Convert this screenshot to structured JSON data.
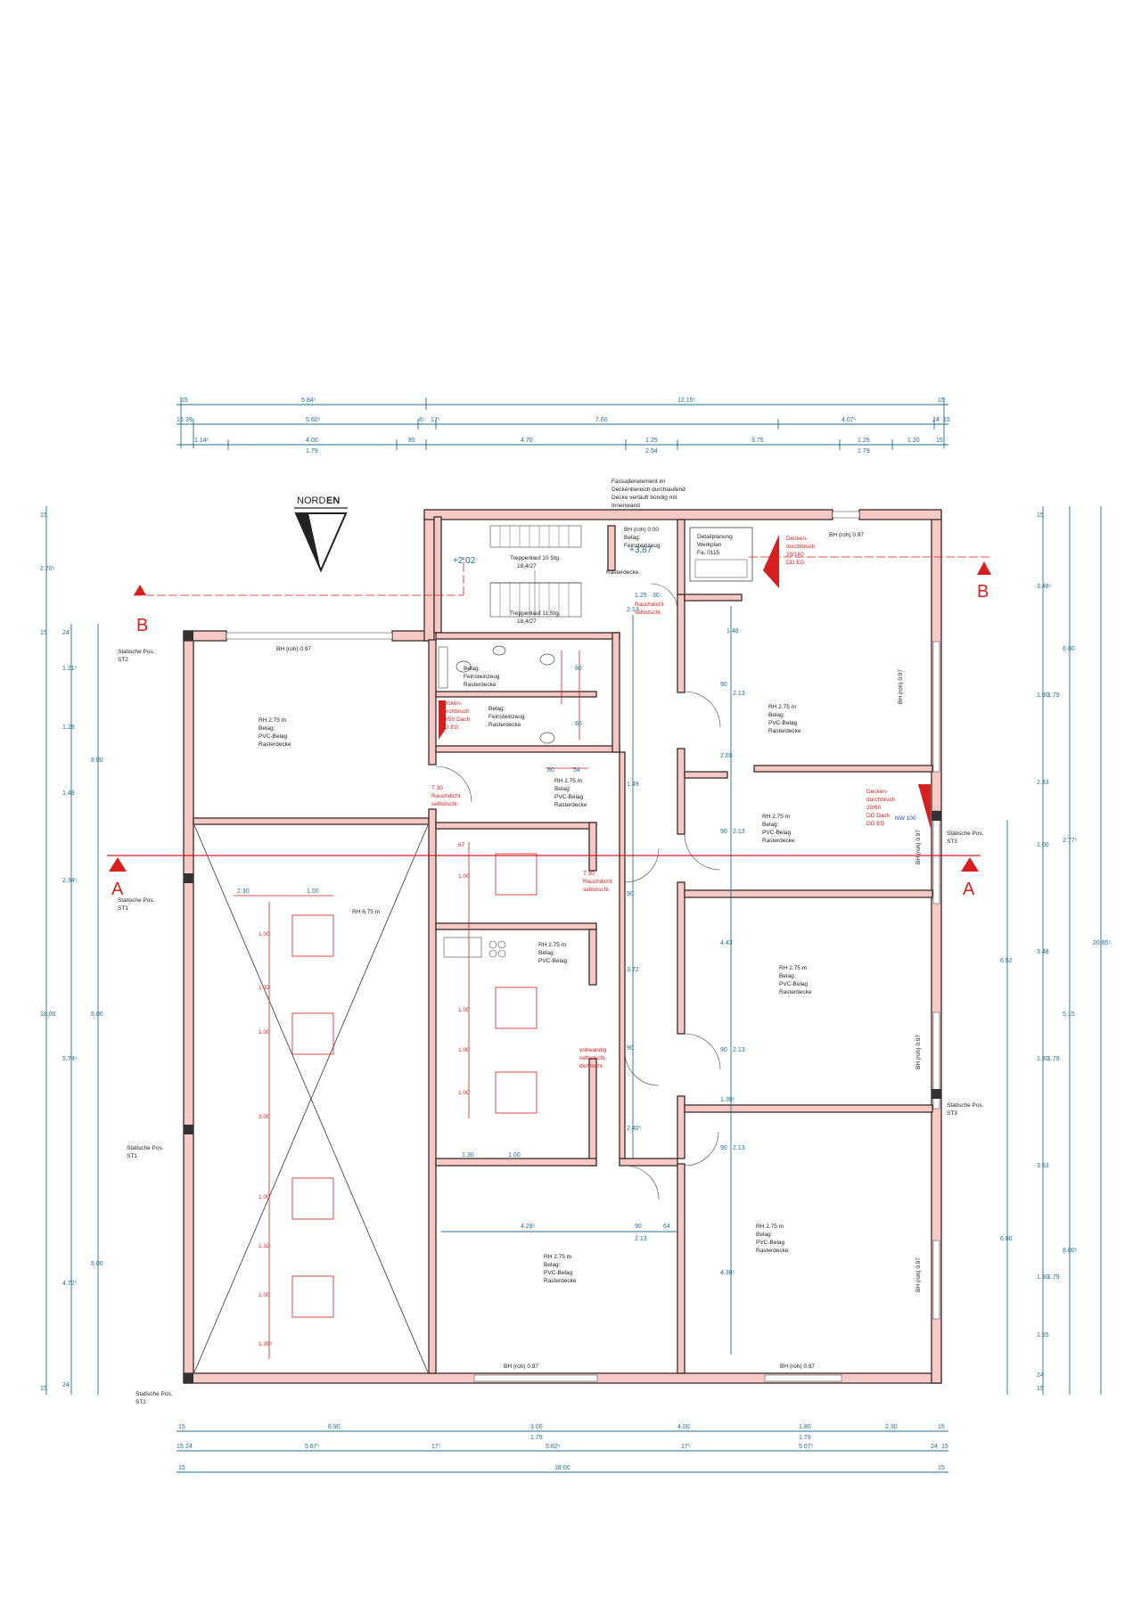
{
  "north": {
    "label_a": "NORD",
    "label_b": "EN"
  },
  "sections": {
    "a": "A",
    "b": "B"
  },
  "top_dims": {
    "row1": [
      "15",
      "5.84⁵",
      "12.15⁵",
      "15"
    ],
    "row2": [
      "15",
      "39",
      "5.60⁵",
      "6⁵",
      "17⁵",
      "7.60",
      "4.07⁵",
      "24",
      "15"
    ],
    "row3": [
      "1.14⁵",
      "4.00",
      "1.79",
      "85",
      "4.70",
      "1.25",
      "2.54",
      "3.75",
      "1.25",
      "1.79",
      "1.20",
      "15"
    ]
  },
  "bottom_dims": {
    "row1": [
      "15",
      "6.90",
      "3.00",
      "1.79",
      "4.00",
      "1.80",
      "1.79",
      "2.30",
      "15"
    ],
    "row2": [
      "15",
      "24",
      "5.67⁵",
      "17⁵",
      "5.82⁵",
      "17⁵",
      "5.67⁵",
      "24",
      "15"
    ],
    "row3": [
      "15",
      "18.00",
      "15"
    ]
  },
  "left_dims": {
    "outer": [
      "15",
      "2.70⁵",
      "15",
      "18.00",
      "15"
    ],
    "mid": [
      "24",
      "1.21⁵",
      "1.28",
      "1.49",
      "2.34⁵",
      "5.74⁵",
      "4.72⁵",
      "24"
    ],
    "inner": [
      "6.00",
      "6.00",
      "6.00"
    ]
  },
  "right_dims": {
    "a": [
      "15",
      "3.48⁵",
      "6.00",
      "1.80",
      "1.79",
      "2.33",
      "1.00",
      "2.77⁵",
      "3.48",
      "5.15",
      "1.80",
      "1.79",
      "3.63",
      "8.00⁵",
      "1.80",
      "1.79",
      "1.55",
      "24",
      "15"
    ],
    "b": [
      "6.52",
      "6.86"
    ],
    "c": [
      "20.85⁵"
    ]
  },
  "notes": {
    "facade": [
      "Fassadenelement im",
      "Deckenbereich durchlaufend",
      "Decke verläuft bündig mit",
      "Innenwand"
    ],
    "detail": [
      "Detailplanung",
      "Werkplan",
      "Fa. 0115"
    ]
  },
  "labels": {
    "bh_00": "BH (roh) 0.00",
    "bh_097": "BH (roh) 0.97",
    "belag_fliese": [
      "Belag:",
      "Feinsteinzeug"
    ],
    "rasterdecke": "Rasterdecke",
    "stair1": [
      "Treppenlauf 10 Stg.",
      "18,4/27"
    ],
    "stair2": [
      "Treppenlauf 11 Stg.",
      "18,4/27"
    ],
    "level_202": "+2.02",
    "level_387": "+3.87",
    "rh275": "RH 2.75 m",
    "rh675": "RH 6,75 m",
    "belag_pvc": [
      "Belag:",
      "PVC-Belag",
      "Rasterdecke"
    ],
    "belag_pvc_short": [
      "Belag:",
      "PVC-Belag"
    ],
    "statische": [
      "Statische Pos.",
      "ST1",
      "ST2",
      "ST3"
    ],
    "nw": "NW 100"
  },
  "red_notes": {
    "rauchdicht_top": [
      "Rauchdicht",
      "selbstschl."
    ],
    "t30_a": [
      "T 30",
      "Rauchdicht",
      "selbstschl."
    ],
    "t30_b": [
      "T 30",
      "Rauchdicht",
      "selbstschl."
    ],
    "vollwandig": [
      "vollwandig",
      "selbstschl.",
      "dichtschl."
    ],
    "durchbruch_top": [
      "Decken-",
      "durchbruch",
      "20/160",
      "DD EG"
    ],
    "durchbruch_right": [
      "Decken-",
      "durchbruch",
      "20/60",
      "DD Dach",
      "DD EG"
    ],
    "durchbruch_wc": [
      "Decken-",
      "durchbruch",
      "20/50 Dach",
      "DD EG"
    ]
  },
  "inner_dims": [
    "2.13",
    "1.25",
    "30",
    "1.48",
    "90",
    "2.13",
    "2.65",
    "90",
    "2.13",
    "4.43",
    "90",
    "2.13",
    "1.39⁵",
    "90",
    "2.13",
    "4.38⁵",
    "4.28⁵",
    "90",
    "64",
    "2.13",
    "80",
    "54",
    "80",
    "80",
    "1.49",
    "90",
    "3.72",
    "90",
    "2.40⁵",
    "1.30",
    "1.00",
    "2.30",
    "1.00"
  ],
  "grid_dims": [
    "1.00",
    "1.32",
    "1.00",
    "3.00",
    "1.00",
    "1.32",
    "1.00",
    "1.39⁵",
    "1.00",
    "1.00",
    "1.00",
    "1.00",
    "67"
  ]
}
